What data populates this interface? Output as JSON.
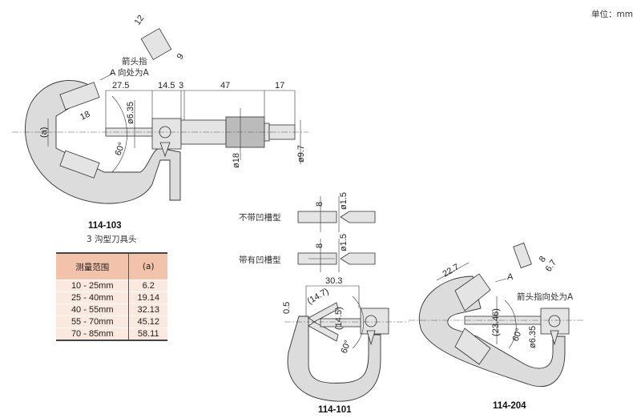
{
  "unit_label": "单位：mm",
  "top_model": {
    "model": "114-103",
    "subtitle": "3 沟型刀具头",
    "dims": {
      "d27_5": "27.5",
      "d14_5": "14.5",
      "d3": "3",
      "d47": "47",
      "d17": "17",
      "d6_35": "ø6.35",
      "d18": "18",
      "a": "(a)",
      "angle": "60°",
      "d_thimble": "ø18",
      "d_ratchet": "ø9.7",
      "tip_w": "12",
      "tip_h": "9"
    },
    "arrow_note_1": "箭头指",
    "arrow_note_2": "向处为A",
    "arrow_A": "A"
  },
  "table": {
    "headers": [
      "测量范围",
      "(a)"
    ],
    "rows": [
      [
        "10 - 25mm",
        "6.2"
      ],
      [
        "25 - 40mm",
        "19.14"
      ],
      [
        "40 - 55mm",
        "32.13"
      ],
      [
        "55 - 70mm",
        "45.12"
      ],
      [
        "70 - 85mm",
        "58.11"
      ]
    ]
  },
  "anvil_types": {
    "without_groove": "不带凹槽型",
    "with_groove": "带有凹槽型",
    "len": "8",
    "dia": "ø1.5"
  },
  "model_101": {
    "model": "114-101",
    "d30_3": "30.3",
    "d14_7": "(14.7)",
    "d0_5": "0.5",
    "d14_5": "(14.5)",
    "angle": "60°"
  },
  "model_204": {
    "model": "114-204",
    "d22_7": "22.7",
    "arrow_A": "A",
    "d8": "8",
    "d6_7": "6.7",
    "arrow_note": "箭头指向处为A",
    "d23_46": "(23.46)",
    "angle": "60°",
    "d6_35": "ø6.35"
  }
}
